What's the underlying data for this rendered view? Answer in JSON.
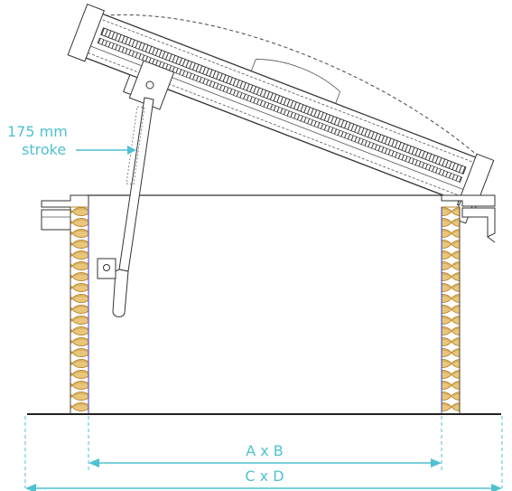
{
  "diagram": {
    "stroke_label_line1": "175 mm",
    "stroke_label_line2": "stroke",
    "inner_dimension_label": "A x B",
    "outer_dimension_label": "C x D"
  },
  "colors": {
    "annotation": "#4fc1d0",
    "insulation": "#c8963c",
    "insulation_fill": "#e9c77a",
    "line": "#333333",
    "inner_edge": "#3b3bd6"
  }
}
